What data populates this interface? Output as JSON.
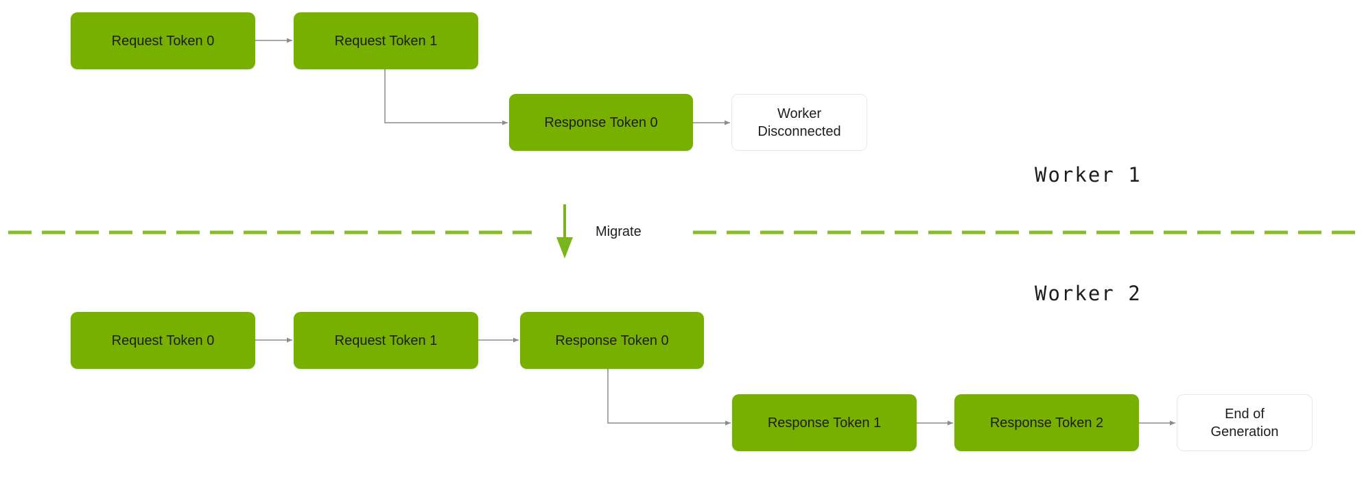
{
  "colors": {
    "node_fill": "#78b000",
    "end_node_fill": "#ffffff",
    "connector": "#8c8c8c",
    "divider": "#86bc25",
    "migrate_arrow": "#7ab51d"
  },
  "worker1": {
    "label": "Worker 1",
    "nodes": {
      "req0": "Request Token 0",
      "req1": "Request Token 1",
      "resp0": "Response Token 0",
      "disconnected": "Worker\nDisconnected"
    }
  },
  "migration": {
    "label": "Migrate"
  },
  "worker2": {
    "label": "Worker 2",
    "nodes": {
      "req0": "Request Token 0",
      "req1": "Request Token 1",
      "resp0": "Response Token 0",
      "resp1": "Response Token 1",
      "resp2": "Response Token 2",
      "end": "End of\nGeneration"
    }
  }
}
